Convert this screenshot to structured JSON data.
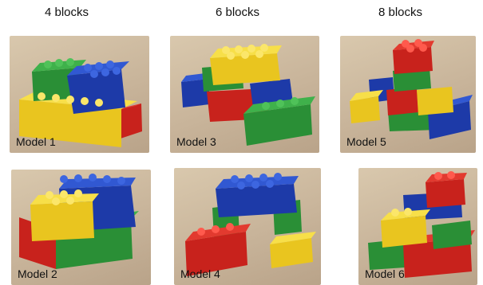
{
  "columns": [
    "4 blocks",
    "6 blocks",
    "8 blocks"
  ],
  "models": [
    {
      "caption": "Model 1"
    },
    {
      "caption": "Model 2"
    },
    {
      "caption": "Model 3"
    },
    {
      "caption": "Model 4"
    },
    {
      "caption": "Model 5"
    },
    {
      "caption": "Model 6"
    }
  ],
  "colors": {
    "yellow": "#f2d22a",
    "red": "#d7261e",
    "green": "#2f9a3b",
    "blue": "#1f3fb4",
    "wood": "#cdb89d"
  }
}
